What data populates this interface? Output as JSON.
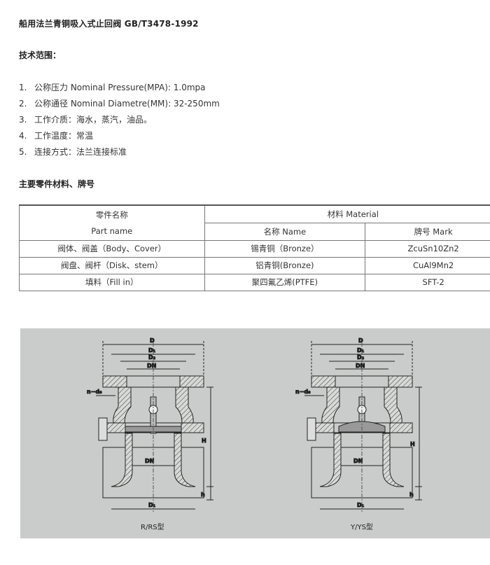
{
  "title": "船用法兰青铜吸入式止回阀 GB/T3478-1992",
  "scope_heading": "技术范围：",
  "specs": [
    {
      "num": "1.",
      "text": "公称压力 Nominal Pressure(MPA): 1.0mpa"
    },
    {
      "num": "2.",
      "text": "公称通径 Nominal Diametre(MM): 32-250mm"
    },
    {
      "num": "3.",
      "text": "工作介质：海水，蒸汽，油品。"
    },
    {
      "num": "4.",
      "text": "工作温度：常温"
    },
    {
      "num": "5.",
      "text": "连接方式：法兰连接标准"
    }
  ],
  "materials_heading": "主要零件材料、牌号",
  "table": {
    "part_header_cn": "零件名称",
    "part_header_en": "Part name",
    "material_header": "材料 Material",
    "name_header": "名称 Name",
    "mark_header": "牌号 Mark",
    "rows": [
      {
        "part": "阀体、阀盖（Body、Cover）",
        "name": "锡青铜（Bronze）",
        "mark": "ZcuSn10Zn2"
      },
      {
        "part": "阀盘、阀杆（Disk、stem）",
        "name": "铝青铜(Bronze)",
        "mark": "CuAl9Mn2"
      },
      {
        "part": "填料（Fill in）",
        "name": "聚四氟乙烯(PTFE)",
        "mark": "SFT-2"
      }
    ]
  },
  "figure": {
    "left_caption": "R/RS型",
    "right_caption": "Y/YS型",
    "dim_labels": {
      "D": "D",
      "D1": "D₁",
      "D2": "D₂",
      "DN": "DN",
      "H": "H",
      "h": "h",
      "nd": "n−d₀"
    }
  }
}
